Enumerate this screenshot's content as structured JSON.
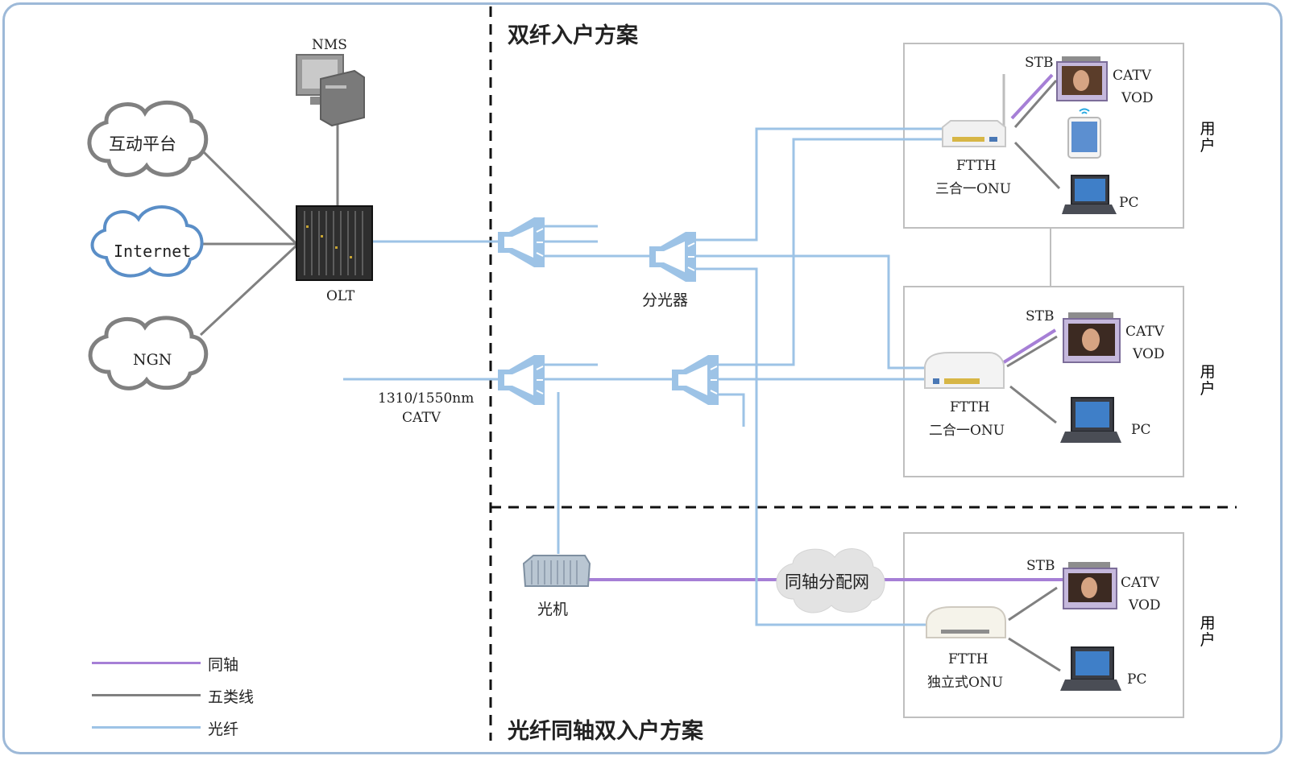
{
  "sections": {
    "top_title": "双纤入户方案",
    "bottom_title": "光纤同轴双入户方案"
  },
  "nodes": {
    "nms": "NMS",
    "olt": "OLT",
    "interactive_platform": "互动平台",
    "internet": "Internet",
    "ngn": "NGN",
    "catv_source_line1": "1310/1550nm",
    "catv_source_line2": "CATV",
    "splitter": "分光器",
    "optical_receiver": "光机",
    "coax_network": "同轴分配网"
  },
  "user_boxes": [
    {
      "onu_line1": "FTTH",
      "onu_line2": "三合一ONU",
      "stb": "STB",
      "catv": "CATV",
      "vod": "VOD",
      "pc": "PC",
      "user": "用户"
    },
    {
      "onu_line1": "FTTH",
      "onu_line2": "二合一ONU",
      "stb": "STB",
      "catv": "CATV",
      "vod": "VOD",
      "pc": "PC",
      "user": "用户"
    },
    {
      "onu_line1": "FTTH",
      "onu_line2": "独立式ONU",
      "stb": "STB",
      "catv": "CATV",
      "vod": "VOD",
      "pc": "PC",
      "user": "用户"
    }
  ],
  "legend": [
    {
      "label": "同轴",
      "color": "#a67fd6"
    },
    {
      "label": "五类线",
      "color": "#808080"
    },
    {
      "label": "光纤",
      "color": "#9dc3e6"
    }
  ],
  "colors": {
    "fiber": "#9dc3e6",
    "cat5": "#808080",
    "coax": "#a67fd6",
    "box_border": "#bfbfbf",
    "frame": "#9db9d8"
  }
}
